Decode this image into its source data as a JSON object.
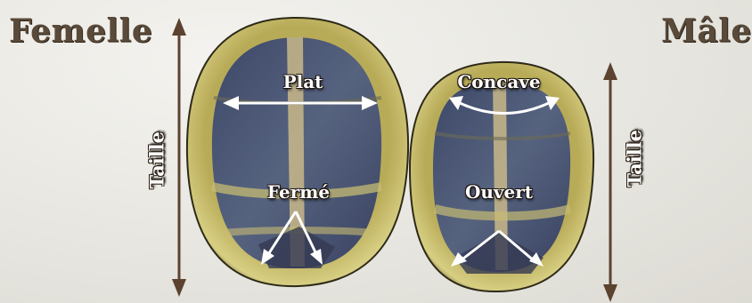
{
  "titles": {
    "female": "Femelle",
    "male": "Mâle"
  },
  "labels": {
    "size_female": "Taille",
    "size_male": "Taille",
    "flat": "Plat",
    "closed": "Fermé",
    "concave": "Concave",
    "open": "Ouvert"
  },
  "colors": {
    "shell_rim": "#c9bf6a",
    "plastron": "#4d5a7a",
    "seam": "#c9b98a",
    "arrow_size": "#5b4330",
    "arrow_label": "#ffffff",
    "title": "#5a4a3a"
  }
}
